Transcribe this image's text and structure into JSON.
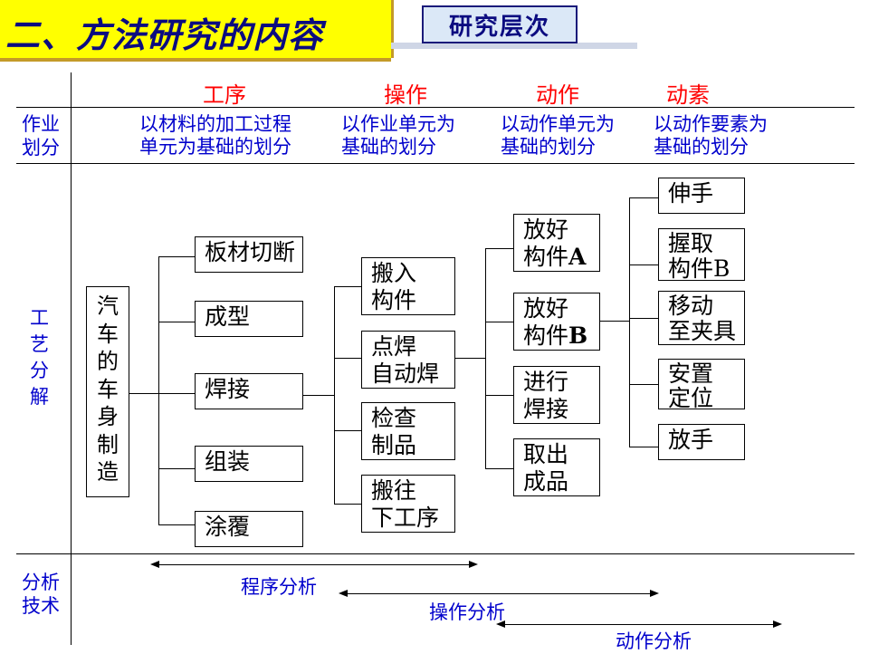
{
  "header": {
    "title": "二、方法研究的内容",
    "level_tag": "研究层次"
  },
  "columns": [
    "工序",
    "操作",
    "动作",
    "动素"
  ],
  "row_labels": {
    "division": "作业\n划分",
    "breakdown": "工\n艺\n分\n解",
    "analysis": "分析\n技术"
  },
  "division": [
    "以材料的加工过程\n单元为基础的划分",
    "以作业单元为\n基础的划分",
    "以动作单元为\n基础的划分",
    "以动作要素为\n基础的划分"
  ],
  "tree": {
    "root": "汽\n车\n的\n车\n身\n制\n造",
    "processes": [
      "板材切断",
      "成型",
      "焊接",
      "组装",
      "涂覆"
    ],
    "operations": [
      "搬入\n构件",
      "点焊\n自动焊",
      "检查\n制品",
      "搬往\n下工序"
    ],
    "motions": [
      {
        "text": "放好\n构件",
        "suffix": "A"
      },
      {
        "text": "放好\n构件",
        "suffix": "B"
      },
      {
        "text": "进行\n焊接",
        "suffix": ""
      },
      {
        "text": "取出\n成品",
        "suffix": ""
      }
    ],
    "therbligs": [
      "伸手",
      "握取\n构件B",
      "移动\n至夹具",
      "安置\n定位",
      "放手"
    ]
  },
  "analysis": [
    "程序分析",
    "操作分析",
    "动作分析"
  ],
  "colors": {
    "title_bg": "#ffff00",
    "title_text": "#0b0b80",
    "column_header": "#ff0000",
    "label": "#0000cc"
  }
}
